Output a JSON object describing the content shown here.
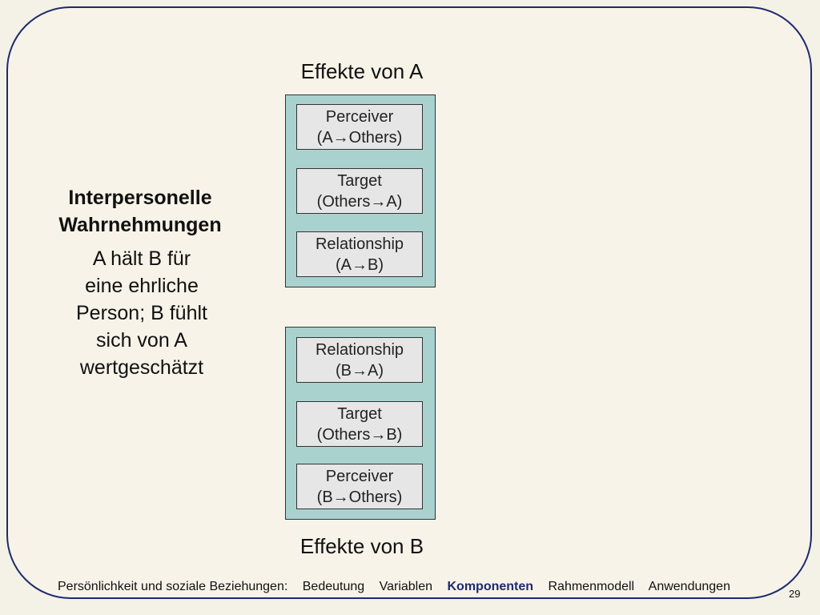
{
  "left": {
    "title_line1": "Interpersonelle",
    "title_line2": "Wahrnehmungen",
    "desc_lines": [
      "A hält B für",
      "eine ehrliche",
      "Person; B fühlt",
      "sich von A",
      "wertgeschätzt"
    ]
  },
  "effects_a": {
    "label": "Effekte von A",
    "boxes": [
      {
        "line1": "Perceiver",
        "line2": "(A→Others)"
      },
      {
        "line1": "Target",
        "line2": "(Others→A)"
      },
      {
        "line1": "Relationship",
        "line2": "(A→B)"
      }
    ]
  },
  "effects_b": {
    "label": "Effekte von B",
    "boxes": [
      {
        "line1": "Relationship",
        "line2": "(B→A)"
      },
      {
        "line1": "Target",
        "line2": "(Others→B)"
      },
      {
        "line1": "Perceiver",
        "line2": "(B→Others)"
      }
    ]
  },
  "footer": {
    "items": [
      "Persönlichkeit und soziale Beziehungen:",
      "Bedeutung",
      "Variablen",
      "Komponenten",
      "Rahmenmodell",
      "Anwendungen"
    ],
    "active": "Komponenten"
  },
  "page_number": "29",
  "colors": {
    "frame": "#1e2a6e",
    "group_fill": "#a9d2cf",
    "box_fill": "#e6e6e6",
    "background": "#f7f3e8"
  }
}
